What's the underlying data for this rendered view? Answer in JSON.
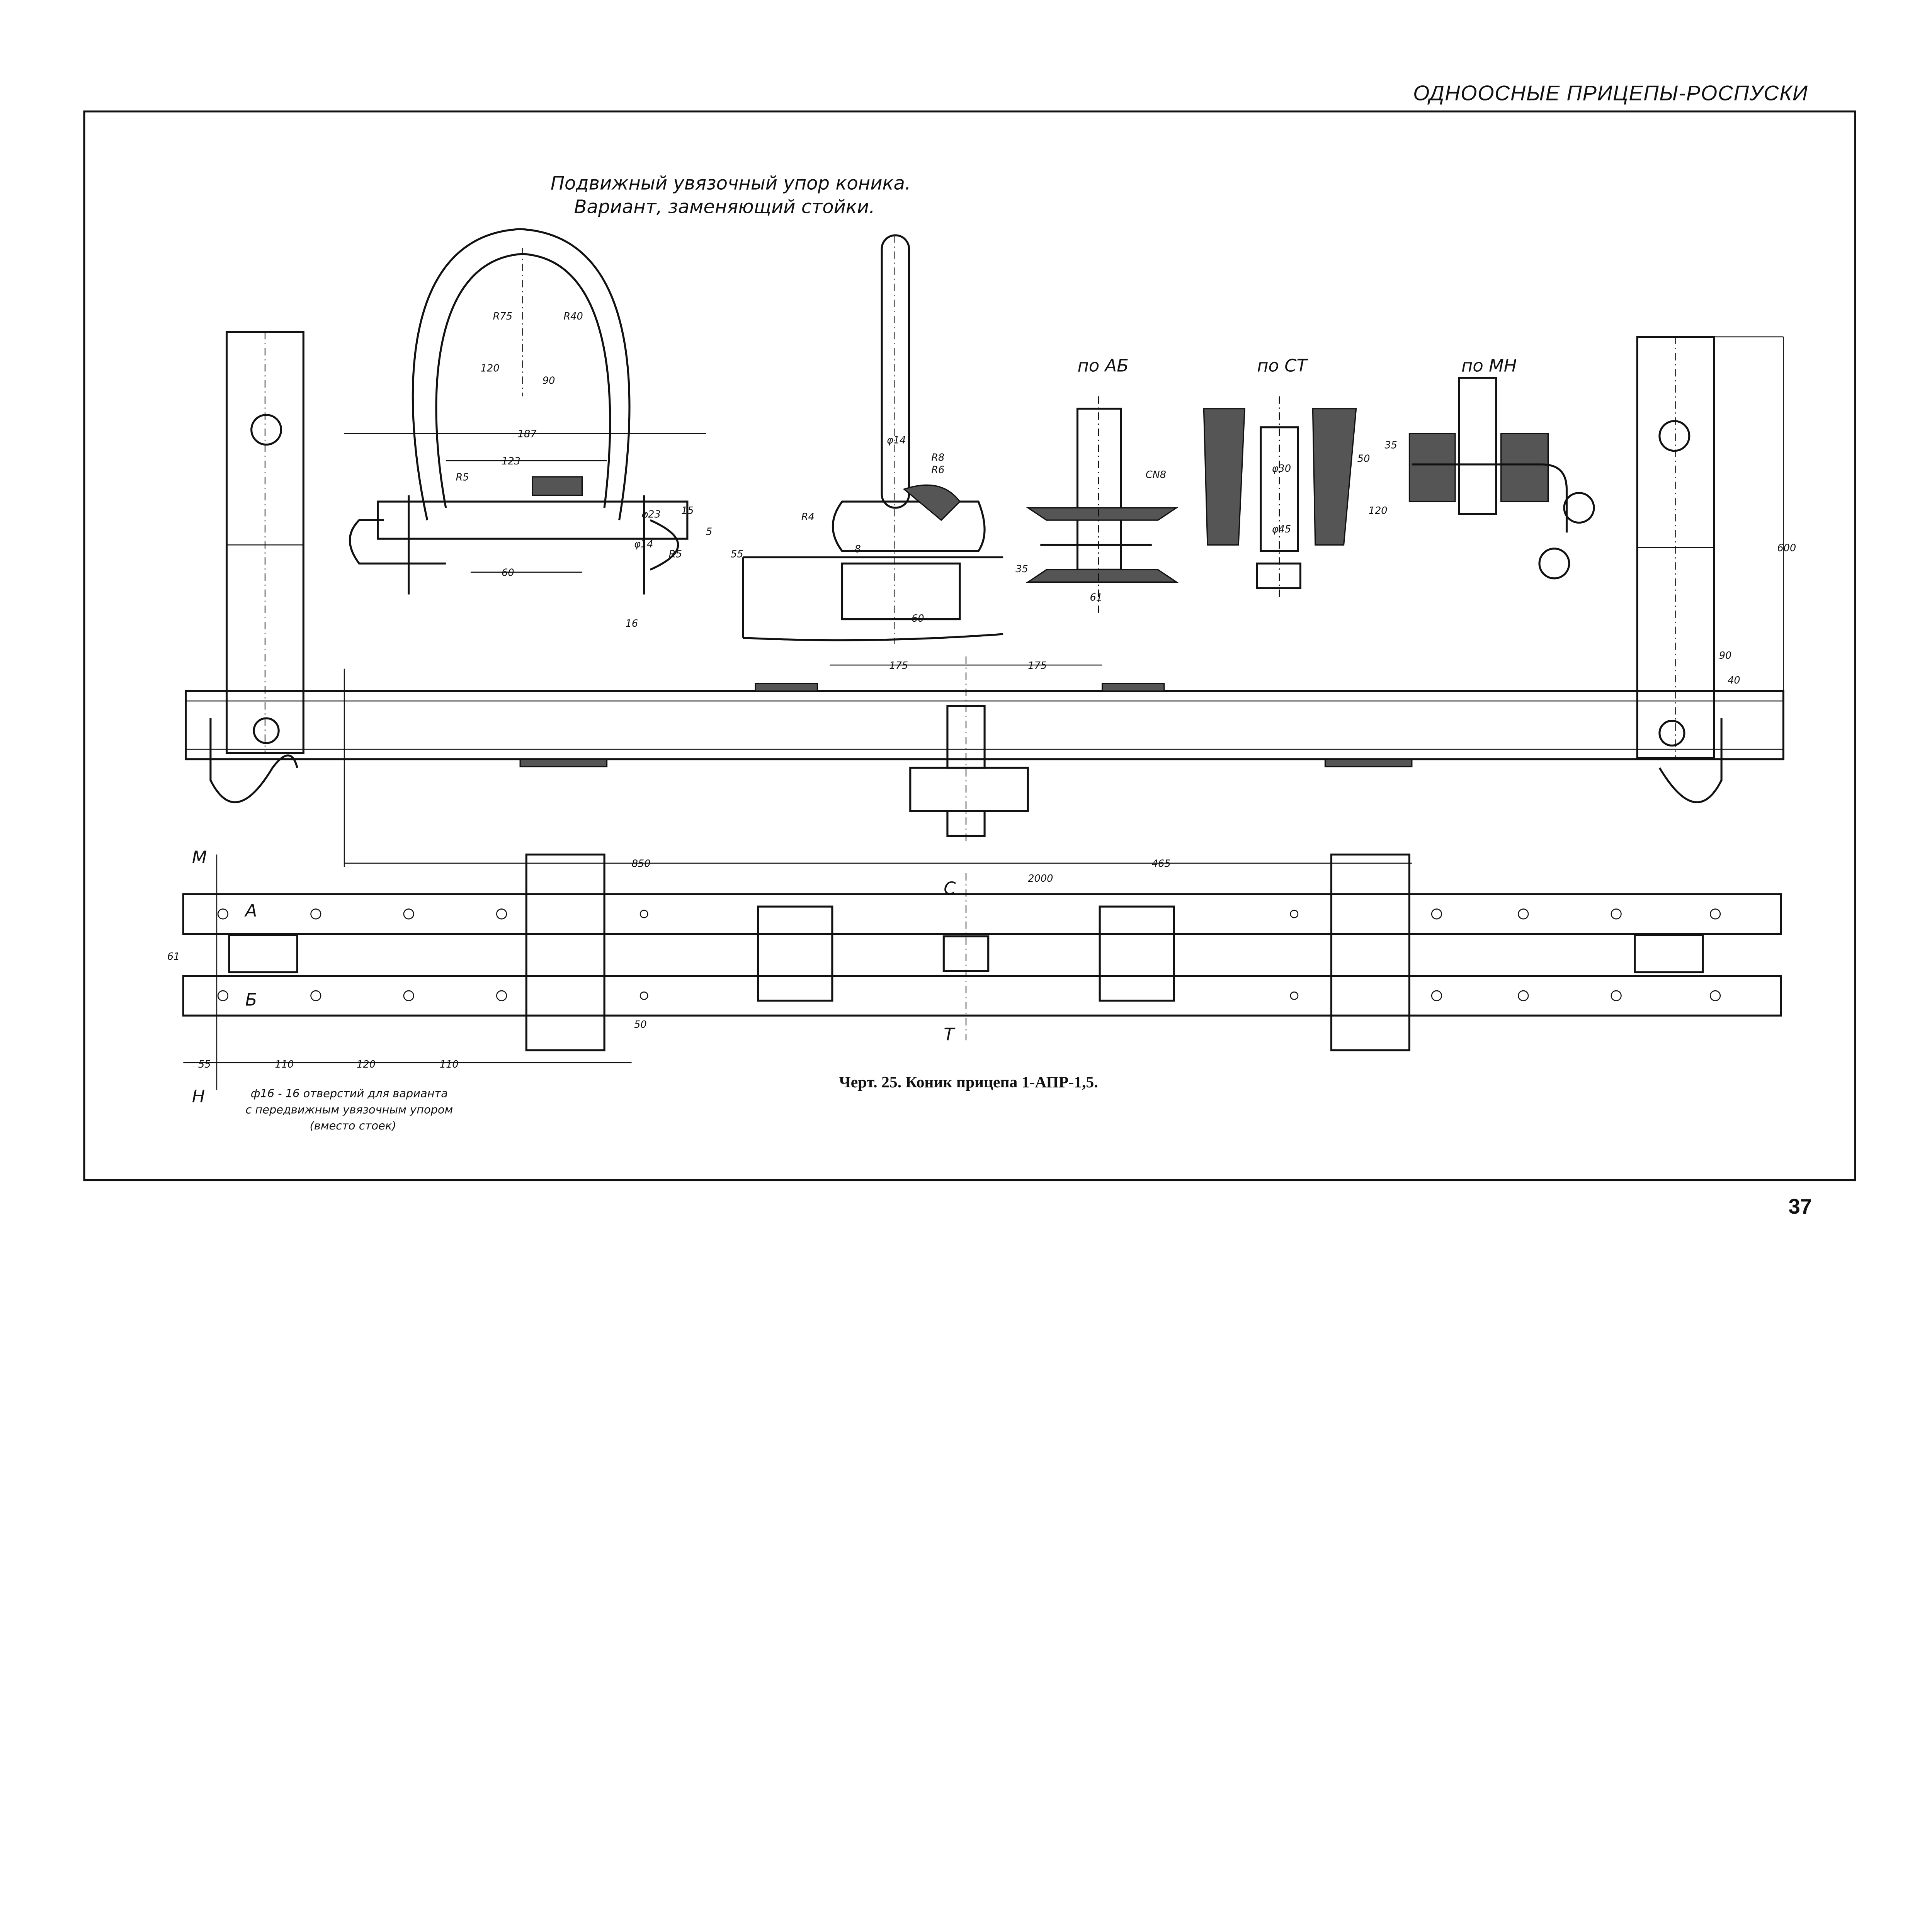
{
  "header": {
    "running_title": "ОДНООСНЫЕ ПРИЦЕПЫ-РОСПУСКИ",
    "page_number": "37"
  },
  "drawing": {
    "detail_title_line1": "Подвижный увязочный упор коника.",
    "detail_title_line2": "Вариант, заменяющий стойки.",
    "section_ab": "по АБ",
    "section_ct": "по СТ",
    "section_mn": "по МН",
    "caption": "Черт. 25. Коник прицепа 1-АПР-1,5.",
    "note_line1": "ф16 - 16 отверстий для варианта",
    "note_line2": "с передвижным увязочным упором",
    "note_line3": "(вместо стоек)",
    "section_marks": {
      "m": "М",
      "h": "Н",
      "a": "А",
      "b": "Б",
      "c": "С",
      "t": "Т"
    },
    "dims": {
      "d120a": "120",
      "d90a": "90",
      "r75": "R75",
      "r40": "R40",
      "d187": "187",
      "d123": "123",
      "r5a": "R5",
      "f23": "φ23",
      "d15": "15",
      "f14a": "φ14",
      "r5b": "R5",
      "d5": "5",
      "d60a": "60",
      "d16": "16",
      "d55a": "55",
      "f14b": "φ14",
      "r8": "R8",
      "r6": "R6",
      "r4": "R4",
      "d8": "8",
      "d60b": "60",
      "cn8": "CN8",
      "d35a": "35",
      "d61a": "61",
      "f30": "φ30",
      "d50a": "50",
      "d120b": "120",
      "f45": "φ45",
      "d35b": "35",
      "d600": "600",
      "d90b": "90",
      "d40": "40",
      "d175a": "175",
      "d175b": "175",
      "d850": "850",
      "d465": "465",
      "d2000": "2000",
      "d61b": "61",
      "d50b": "50",
      "d55b": "55",
      "d110a": "110",
      "d120c": "120",
      "d110b": "110"
    }
  }
}
